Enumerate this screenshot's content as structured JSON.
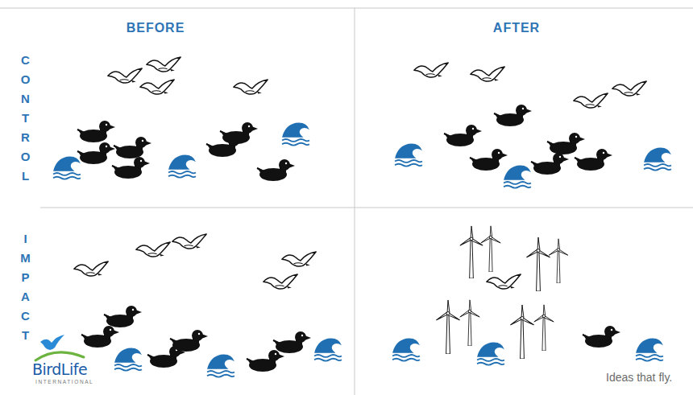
{
  "diagram": {
    "labels": [
      "BEFORE",
      "AFTER",
      "CONTROL",
      "IMPACT",
      "BirdLife",
      "INTERNATIONAL",
      "Ideas that fly."
    ]
  }
}
